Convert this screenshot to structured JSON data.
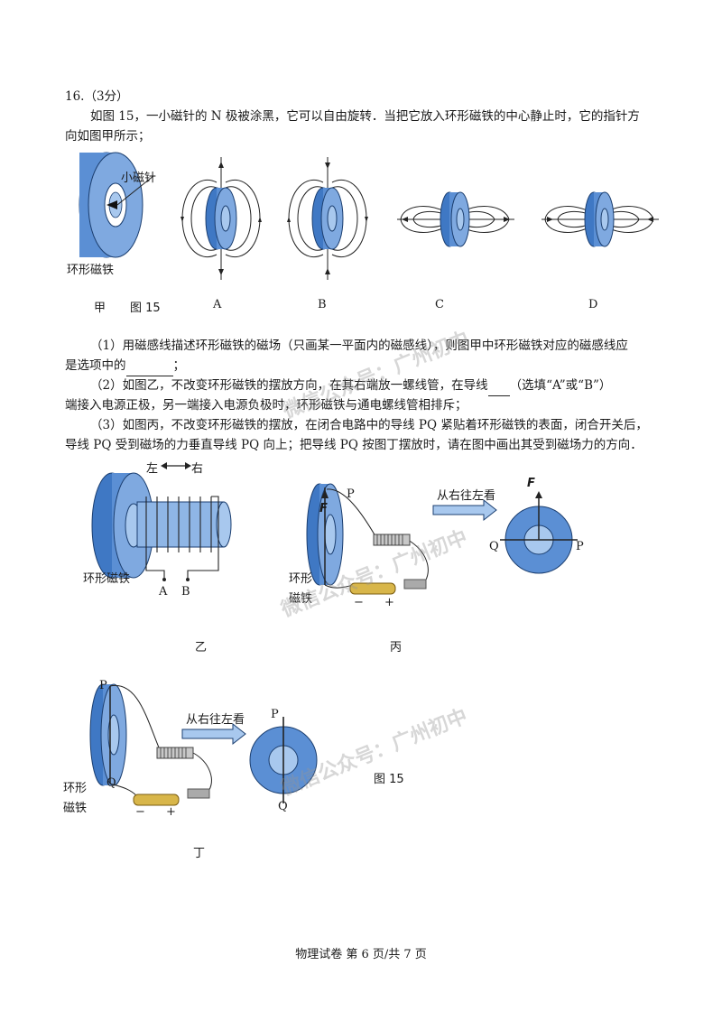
{
  "question": {
    "number": "16.（3分）",
    "intro_line1": "如图 15，一小磁针的 N 极被涂黑，它可以自由旋转．当把它放入环形磁铁的中心静止时，它的指针方",
    "intro_line2": "向如图甲所示；",
    "part1_line1": "（1）用磁感线描述环形磁铁的磁场（只画某一平面内的磁感线），则图甲中环形磁铁对应的磁感线应",
    "part1_line2": "是选项中的",
    "part1_end": "；",
    "part2_line1a": "（2）如图乙，不改变环形磁铁的摆放方向，在其右端放一螺线管，在导线",
    "part2_line1b": "（选填“A”或“B”）",
    "part2_line2": "端接入电源正极，另一端接入电源负极时，环形磁铁与通电螺线管相排斥；",
    "part3_line1": "（3）如图丙，不改变环形磁铁的摆放，在闭合电路中的导线 PQ 紧贴着环形磁铁的表面，闭合开关后，",
    "part3_line2": "导线 PQ 受到磁场的力垂直导线 PQ 向上；把导线 PQ 按图丁摆放时，请在图中画出其受到磁场力的方向．"
  },
  "figure_top": {
    "small_needle": "小磁针",
    "ring_magnet": "环形磁铁",
    "jia": "甲",
    "fig_label": "图 15",
    "option_A": "A",
    "option_B": "B",
    "option_C": "C",
    "option_D": "D"
  },
  "figure_yi": {
    "left_arrow": "左",
    "right_arrow": "右",
    "ring_magnet": "环形磁铁",
    "wire_A": "A",
    "wire_B": "B",
    "caption": "乙"
  },
  "figure_bing": {
    "F_label": "F",
    "P_label": "P",
    "ring_line1": "环形",
    "ring_line2": "磁铁",
    "minus": "−",
    "plus": "+",
    "view_text": "从右往左看",
    "F2_label": "F",
    "Q_right": "Q",
    "P_right": "P",
    "caption": "丙"
  },
  "figure_ding": {
    "P_label": "P",
    "Q_label": "Q",
    "ring_line1": "环形",
    "ring_line2": "磁铁",
    "minus": "−",
    "plus": "+",
    "view_text": "从右往左看",
    "P_right": "P",
    "Q_right": "Q",
    "fig_label": "图 15",
    "caption": "丁"
  },
  "watermark": "微信公众号：广州初中",
  "footer": "物理试卷  第 6 页/共 7 页",
  "colors": {
    "magnet_blue": "#5b8fd4",
    "magnet_light": "#a8c8ee",
    "line": "#222222"
  }
}
